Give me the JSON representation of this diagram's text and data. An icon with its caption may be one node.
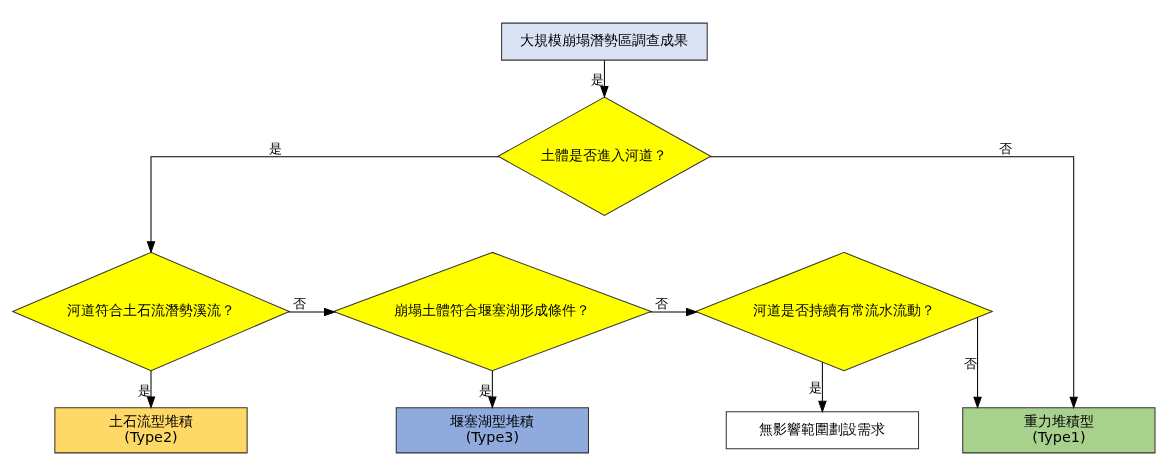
{
  "diagram": {
    "nodes": [
      {
        "text": [
          "大規模崩塌潛勢區調查成果"
        ]
      },
      {
        "text": [
          "土體是否進入河道？"
        ]
      },
      {
        "text": [
          "河道符合土石流潛勢溪流？"
        ]
      },
      {
        "text": [
          "崩塌土體符合堰塞湖形成條件？"
        ]
      },
      {
        "text": [
          "河道是否持續有常流水流動？"
        ]
      },
      {
        "text": [
          "土石流型堆積",
          "(Type2)"
        ]
      },
      {
        "text": [
          "堰塞湖型堆積",
          "(Type3)"
        ]
      },
      {
        "text": [
          "無影響範圍劃設需求"
        ]
      },
      {
        "text": [
          "重力堆積型",
          "(Type1)"
        ]
      }
    ],
    "edges": [
      {
        "from": 0,
        "to": 1,
        "arrow": "to",
        "label": "是"
      },
      {
        "from": 1,
        "to": 8,
        "arrow": "to",
        "label": "否"
      },
      {
        "from": 1,
        "to": 2,
        "arrow": "to",
        "label": "是"
      },
      {
        "from": 2,
        "to": 3,
        "arrow": "to",
        "label": "否"
      },
      {
        "from": 2,
        "to": 5,
        "arrow": "to",
        "label": "是"
      },
      {
        "from": 3,
        "to": 4,
        "arrow": "to",
        "label": "否"
      },
      {
        "from": 3,
        "to": 6,
        "arrow": "to",
        "label": "是"
      },
      {
        "from": 4,
        "to": 8,
        "arrow": "to",
        "label": "否"
      },
      {
        "from": 4,
        "to": 7,
        "arrow": "to",
        "label": "是"
      }
    ]
  }
}
